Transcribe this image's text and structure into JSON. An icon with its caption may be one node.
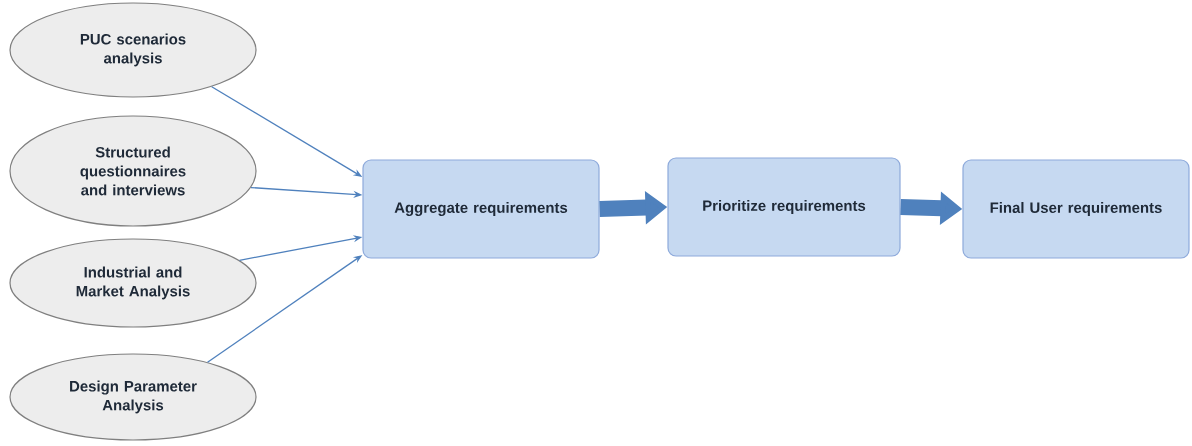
{
  "diagram": {
    "nodes": [
      {
        "text": [
          "PUC scenarios analysis"
        ]
      },
      {
        "text": [
          "Structured questionnaires and interviews"
        ]
      },
      {
        "text": [
          "Industrial and Market Analysis"
        ]
      },
      {
        "text": [
          "Design Parameter Analysis"
        ]
      },
      {
        "text": [
          "Aggregate requirements"
        ]
      },
      {
        "text": [
          "Prioritize requirements"
        ]
      },
      {
        "text": [
          "Final User requirements"
        ]
      }
    ],
    "edges": [
      {
        "from": 0,
        "to": 4,
        "arrow": "to"
      },
      {
        "from": 1,
        "to": 4,
        "arrow": "to"
      },
      {
        "from": 2,
        "to": 4,
        "arrow": "to"
      },
      {
        "from": 3,
        "to": 4,
        "arrow": "to"
      },
      {
        "from": 4,
        "to": 5,
        "arrow": "to",
        "style": "thick",
        "color": "#4f81bd"
      },
      {
        "from": 5,
        "to": 6,
        "arrow": "to",
        "style": "thick",
        "color": "#4f81bd"
      }
    ]
  }
}
